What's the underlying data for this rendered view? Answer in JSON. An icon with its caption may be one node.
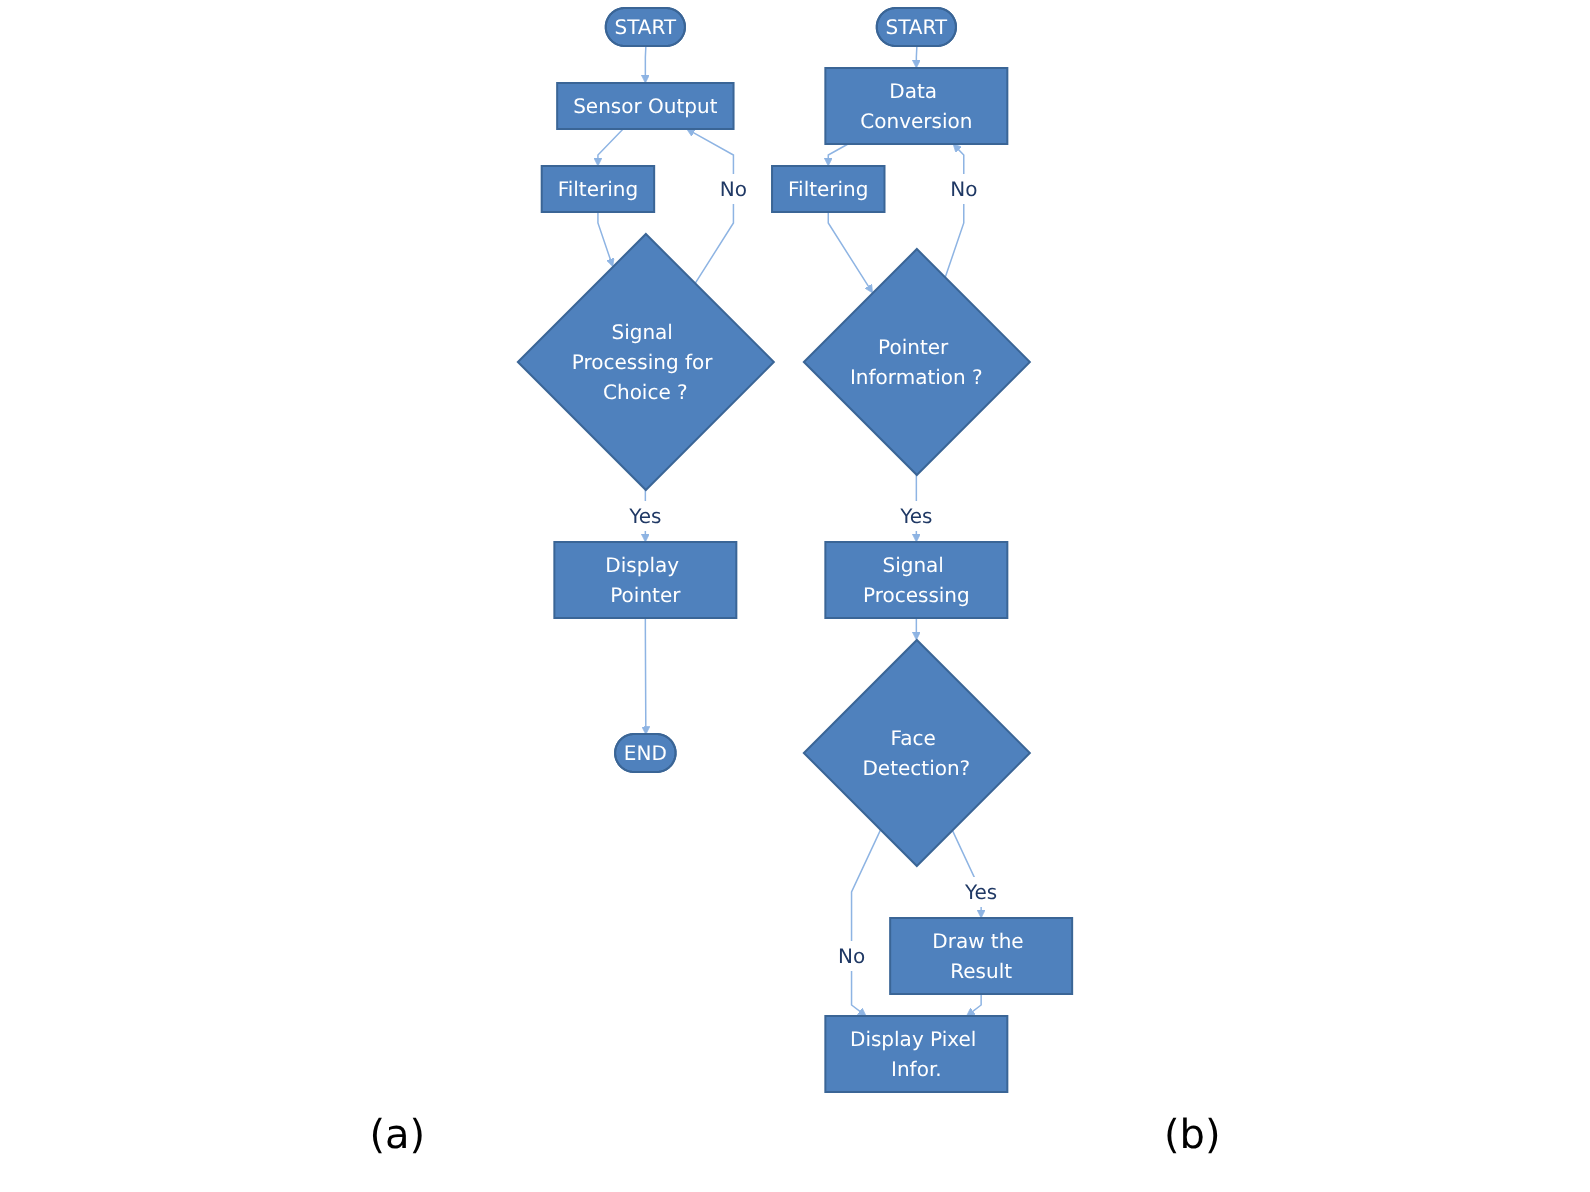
{
  "diagram": {
    "nodes": [
      {
        "text": [
          "START"
        ]
      },
      {
        "text": [
          "Sensor Output"
        ]
      },
      {
        "text": [
          "Filtering"
        ]
      },
      {
        "text": [
          "Signal Processing for Choice ?"
        ]
      },
      {
        "text": [
          "Display Pointer"
        ]
      },
      {
        "text": [
          "END"
        ]
      },
      {
        "text": [
          "START"
        ]
      },
      {
        "text": [
          "Data Conversion"
        ]
      },
      {
        "text": [
          "Filtering"
        ]
      },
      {
        "text": [
          "Pointer Information ?"
        ]
      },
      {
        "text": [
          "Signal Processing"
        ]
      },
      {
        "text": [
          "Face Detection?"
        ]
      },
      {
        "text": [
          "Draw the Result"
        ]
      },
      {
        "text": [
          "Display Pixel Infor."
        ]
      }
    ],
    "edges": [
      {
        "from": 0,
        "to": 1,
        "arrow": "to"
      },
      {
        "from": 1,
        "to": 2,
        "arrow": "to"
      },
      {
        "from": 2,
        "to": 3,
        "arrow": "to"
      },
      {
        "from": 3,
        "to": 1,
        "arrow": "to",
        "label": "No"
      },
      {
        "from": 3,
        "to": 4,
        "arrow": "to",
        "label": "Yes"
      },
      {
        "from": 4,
        "to": 5,
        "arrow": "to"
      },
      {
        "from": 6,
        "to": 7,
        "arrow": "to"
      },
      {
        "from": 7,
        "to": 8,
        "arrow": "to"
      },
      {
        "from": 8,
        "to": 9,
        "arrow": "to"
      },
      {
        "from": 9,
        "to": 7,
        "arrow": "to",
        "label": "No"
      },
      {
        "from": 9,
        "to": 10,
        "arrow": "to",
        "label": "Yes"
      },
      {
        "from": 10,
        "to": 11,
        "arrow": "to"
      },
      {
        "from": 11,
        "to": 13,
        "arrow": "to",
        "label": "No"
      },
      {
        "from": 11,
        "to": 12,
        "arrow": "to",
        "label": "Yes"
      },
      {
        "from": 12,
        "to": 13,
        "arrow": "to"
      }
    ],
    "labels": [
      "(a)",
      "(b)"
    ]
  }
}
